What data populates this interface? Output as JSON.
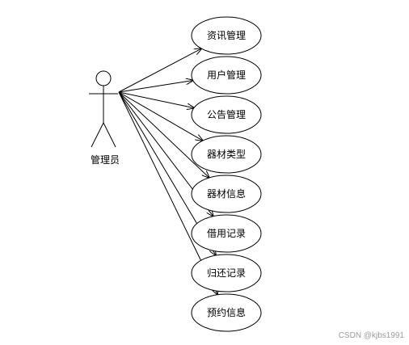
{
  "actor": {
    "label": "管理员"
  },
  "use_cases": [
    {
      "label": "资讯管理"
    },
    {
      "label": "用户管理"
    },
    {
      "label": "公告管理"
    },
    {
      "label": "器材类型"
    },
    {
      "label": "器材信息"
    },
    {
      "label": "借用记录"
    },
    {
      "label": "归还记录"
    },
    {
      "label": "预约信息"
    }
  ],
  "watermark": "CSDN @kjbs1991",
  "colors": {
    "stroke": "#000000",
    "background": "#ffffff",
    "watermark": "#9a9a9a"
  }
}
